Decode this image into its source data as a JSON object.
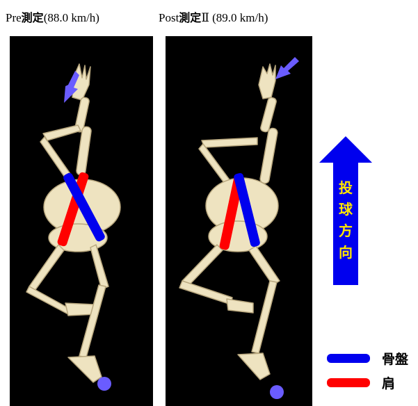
{
  "captions": {
    "pre": {
      "prefix": "Pre",
      "bold": "測定",
      "suffix": "(88.0 km/h)"
    },
    "post": {
      "prefix": "Post",
      "bold": "測定",
      "suffix": "Ⅱ (89.0 km/h)"
    }
  },
  "direction": {
    "label": "投\n球\n方\n向",
    "arrow_color": "#0000ee",
    "label_color": "#ffe600"
  },
  "legend": [
    {
      "label": "骨盤",
      "color": "#0000ee"
    },
    {
      "label": "肩",
      "color": "#ff0000"
    }
  ],
  "colors": {
    "bone": "#eee3c0",
    "bone_edge": "#b8a77e",
    "pelvis_bar": "#0000ee",
    "shoulder_bar": "#ff0000",
    "marker": "#6a5cff"
  }
}
